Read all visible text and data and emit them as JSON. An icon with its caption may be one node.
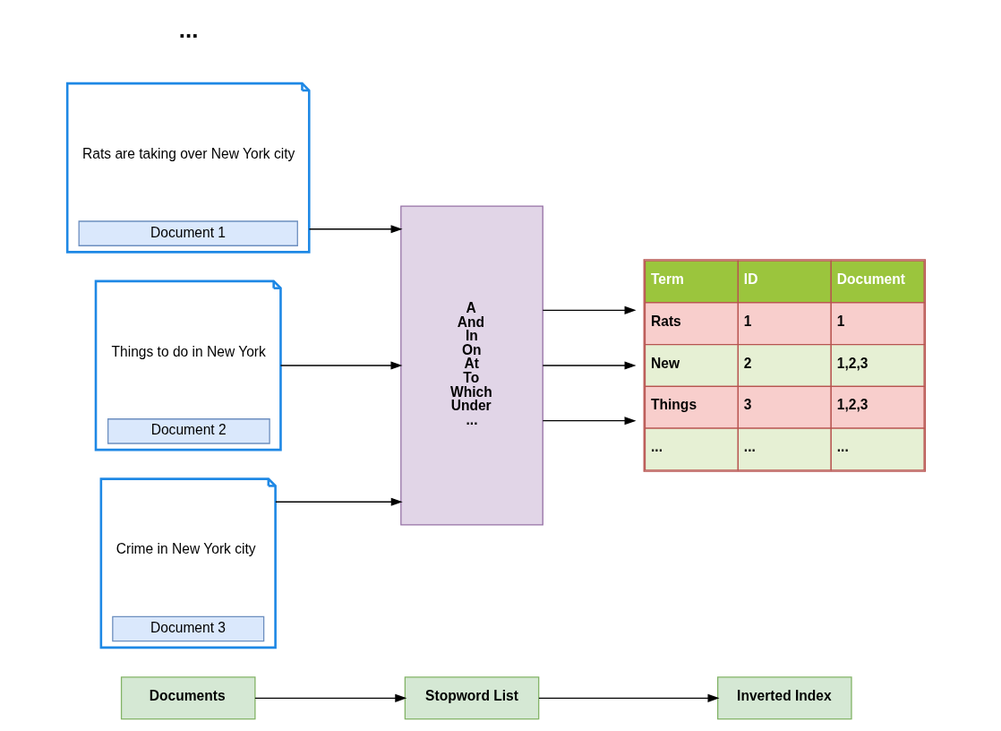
{
  "diagram": {
    "nodes": [
      {
        "text": [
          "Documents"
        ]
      },
      {
        "text": [
          "Stopword List"
        ]
      },
      {
        "text": [
          "Inverted Index"
        ]
      },
      {
        "text": [
          "Rats are taking over New York city",
          "Document 1"
        ]
      },
      {
        "text": [
          "Things to do in New York",
          "Document 2"
        ]
      },
      {
        "text": [
          "Crime in New York city",
          "Document 3"
        ]
      },
      {
        "text": [
          "A And In On At To Which Under ..."
        ]
      },
      {
        "text": [
          "Term",
          "ID",
          "Document",
          "Rats",
          "1",
          "1",
          "New",
          "2",
          "1,2,3",
          "Things",
          "3",
          "1,2,3",
          "...",
          "...",
          "..."
        ]
      }
    ],
    "edges": [
      {
        "from": 0,
        "to": 1,
        "arrow": "to"
      },
      {
        "from": 1,
        "to": 2,
        "arrow": "to"
      },
      {
        "from": 3,
        "to": 6,
        "arrow": "to"
      },
      {
        "from": 4,
        "to": 6,
        "arrow": "to"
      },
      {
        "from": 5,
        "to": 6,
        "arrow": "to"
      },
      {
        "from": 6,
        "to": 7,
        "arrow": "to"
      },
      {
        "from": 6,
        "to": 7,
        "arrow": "to"
      },
      {
        "from": 6,
        "to": 7,
        "arrow": "to"
      }
    ],
    "labels": [
      "..."
    ]
  }
}
